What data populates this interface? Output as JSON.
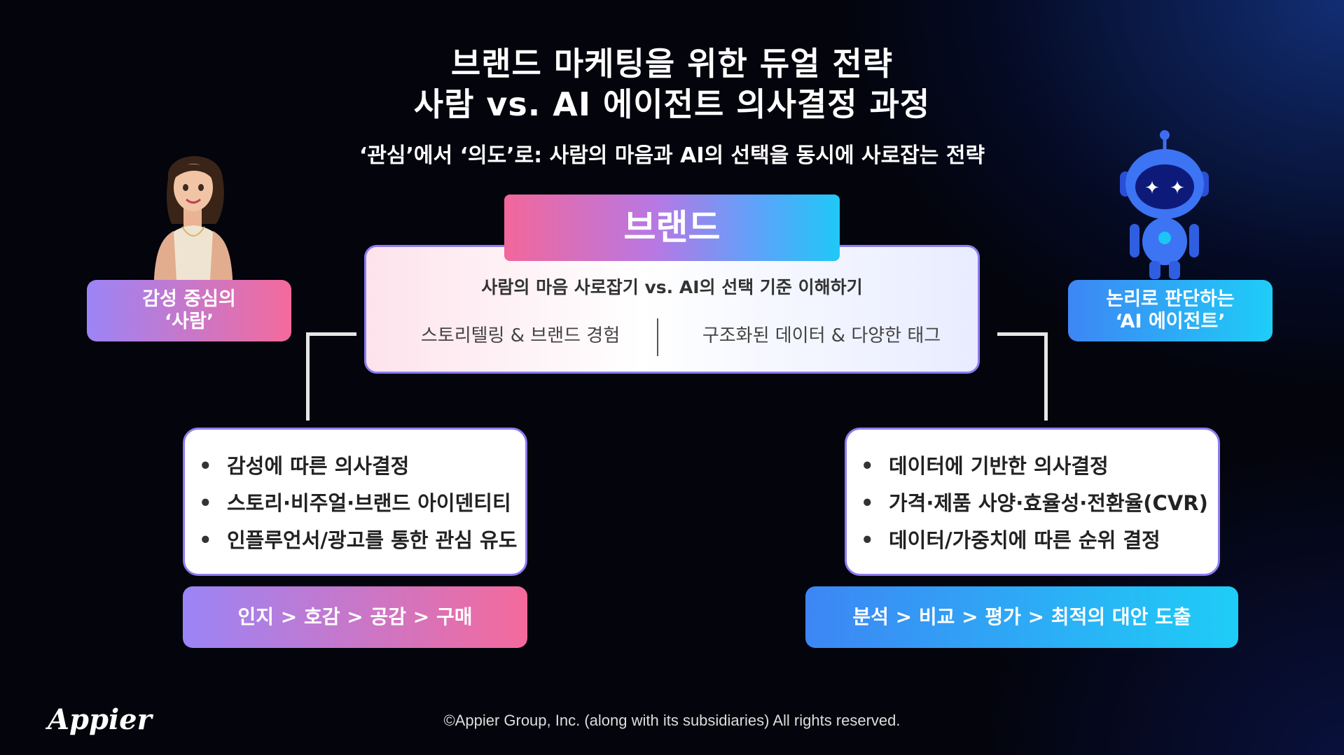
{
  "title": {
    "line1": "브랜드 마케팅을 위한 듀얼 전략",
    "line2": "사람 vs. AI 에이전트 의사결정 과정"
  },
  "subtitle": "‘관심’에서 ‘의도’로: 사람의 마음과 AI의 선택을 동시에 사로잡는 전략",
  "brand": {
    "label": "브랜드",
    "question": "사람의 마음 사로잡기 vs. AI의 선택 기준 이해하기",
    "left_item": "스토리텔링 & 브랜드 경험",
    "right_item": "구조화된 데이터 & 다양한 태그"
  },
  "human": {
    "label_line1": "감성 중심의",
    "label_line2": "‘사람’",
    "items": [
      "감성에 따른 의사결정",
      "스토리·비주얼·브랜드 아이덴티티",
      "인플루언서/광고를 통한 관심 유도"
    ],
    "flow": "인지 > 호감 > 공감 > 구매"
  },
  "ai": {
    "label_line1": "논리로 판단하는",
    "label_line2": "‘AI 에이전트’",
    "items": [
      "데이터에 기반한 의사결정",
      "가격·제품 사양·효율성·전환율(CVR)",
      "데이터/가중치에 따른 순위 결정"
    ],
    "flow": "분석 > 비교 > 평가 > 최적의 대안 도출"
  },
  "footer": {
    "logo": "Appier",
    "copyright": "©Appier Group, Inc. (along with its subsidiaries) All rights reserved."
  },
  "icons": {
    "human": "woman-avatar-icon",
    "ai": "robot-avatar-icon"
  },
  "colors": {
    "pink": "#f46a9c",
    "purple": "#9b84f6",
    "blue": "#3d86f4",
    "cyan": "#1ecdf7"
  }
}
